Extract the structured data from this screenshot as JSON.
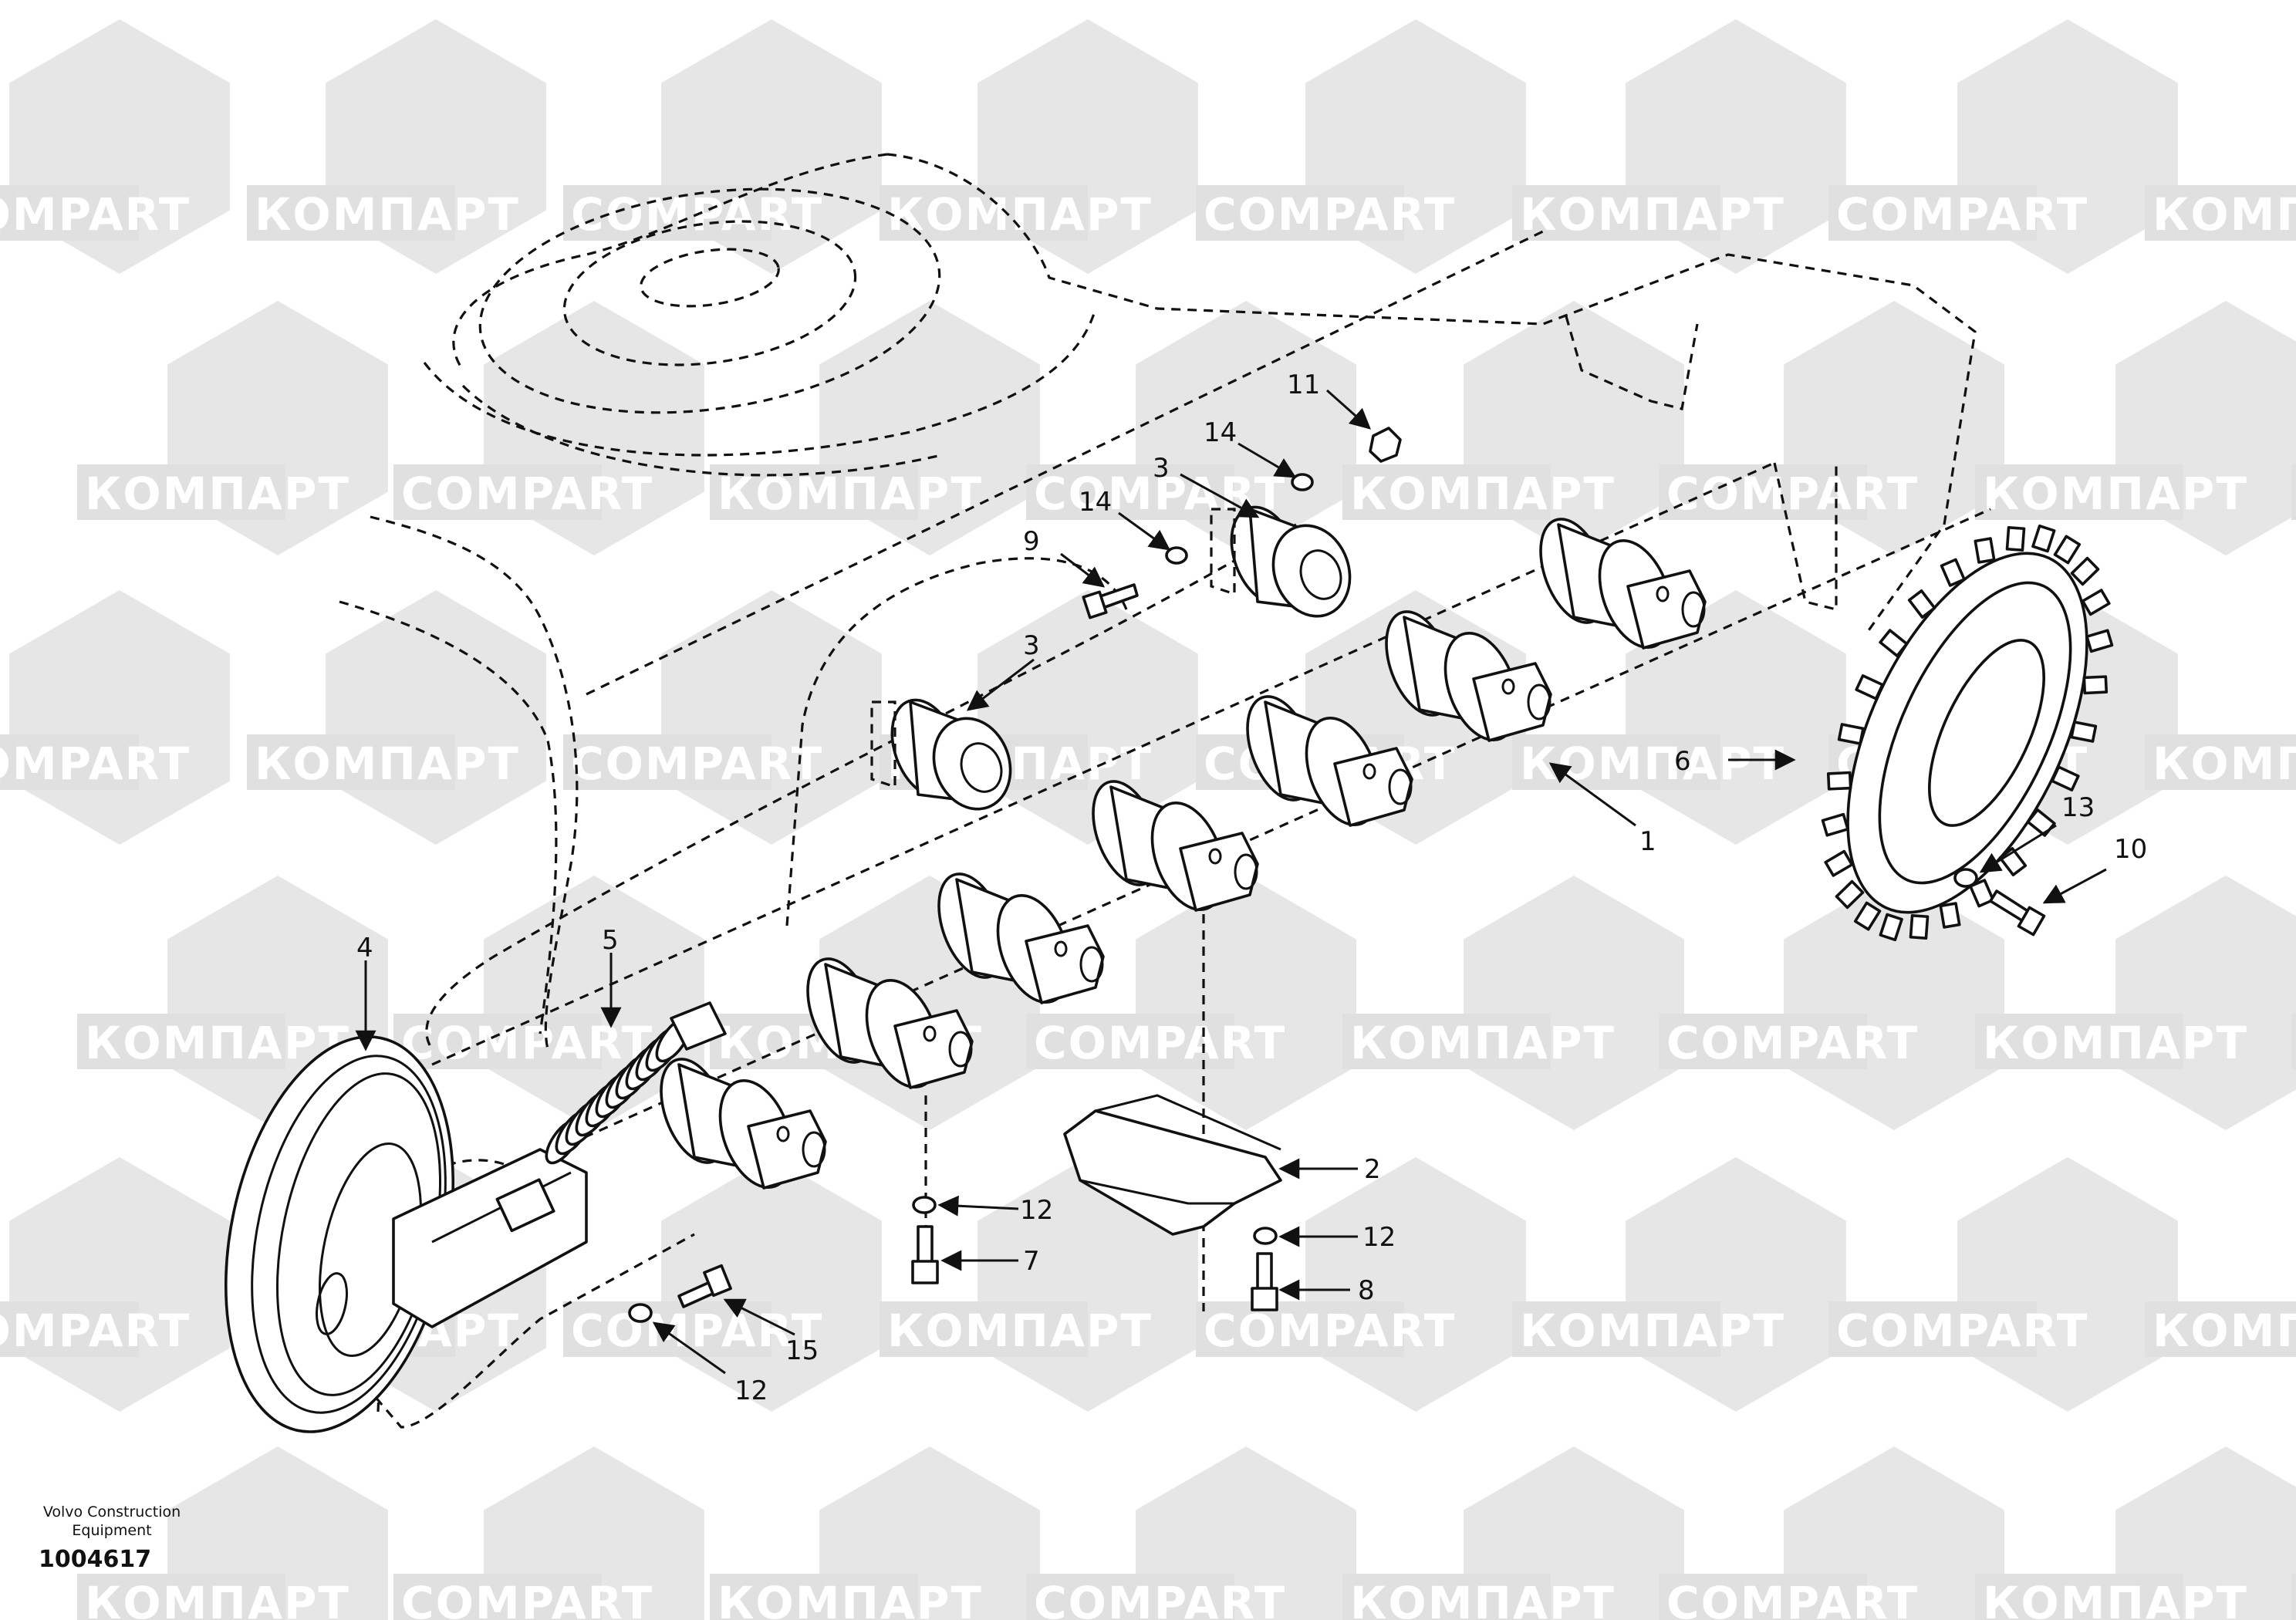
{
  "watermark": {
    "latin": "COMPART",
    "cyrillic": "КОМПАРТ"
  },
  "callouts": [
    {
      "id": "c1",
      "text": "1"
    },
    {
      "id": "c2",
      "text": "2"
    },
    {
      "id": "c3a",
      "text": "3"
    },
    {
      "id": "c3b",
      "text": "3"
    },
    {
      "id": "c4",
      "text": "4"
    },
    {
      "id": "c5",
      "text": "5"
    },
    {
      "id": "c6",
      "text": "6"
    },
    {
      "id": "c7",
      "text": "7"
    },
    {
      "id": "c8",
      "text": "8"
    },
    {
      "id": "c9",
      "text": "9"
    },
    {
      "id": "c10",
      "text": "10"
    },
    {
      "id": "c11",
      "text": "11"
    },
    {
      "id": "c12a",
      "text": "12"
    },
    {
      "id": "c12b",
      "text": "12"
    },
    {
      "id": "c12c",
      "text": "12"
    },
    {
      "id": "c13",
      "text": "13"
    },
    {
      "id": "c14a",
      "text": "14"
    },
    {
      "id": "c14b",
      "text": "14"
    },
    {
      "id": "c15",
      "text": "15"
    }
  ],
  "footer": {
    "organization": "Volvo Construction Equipment",
    "document_number": "1004617"
  }
}
